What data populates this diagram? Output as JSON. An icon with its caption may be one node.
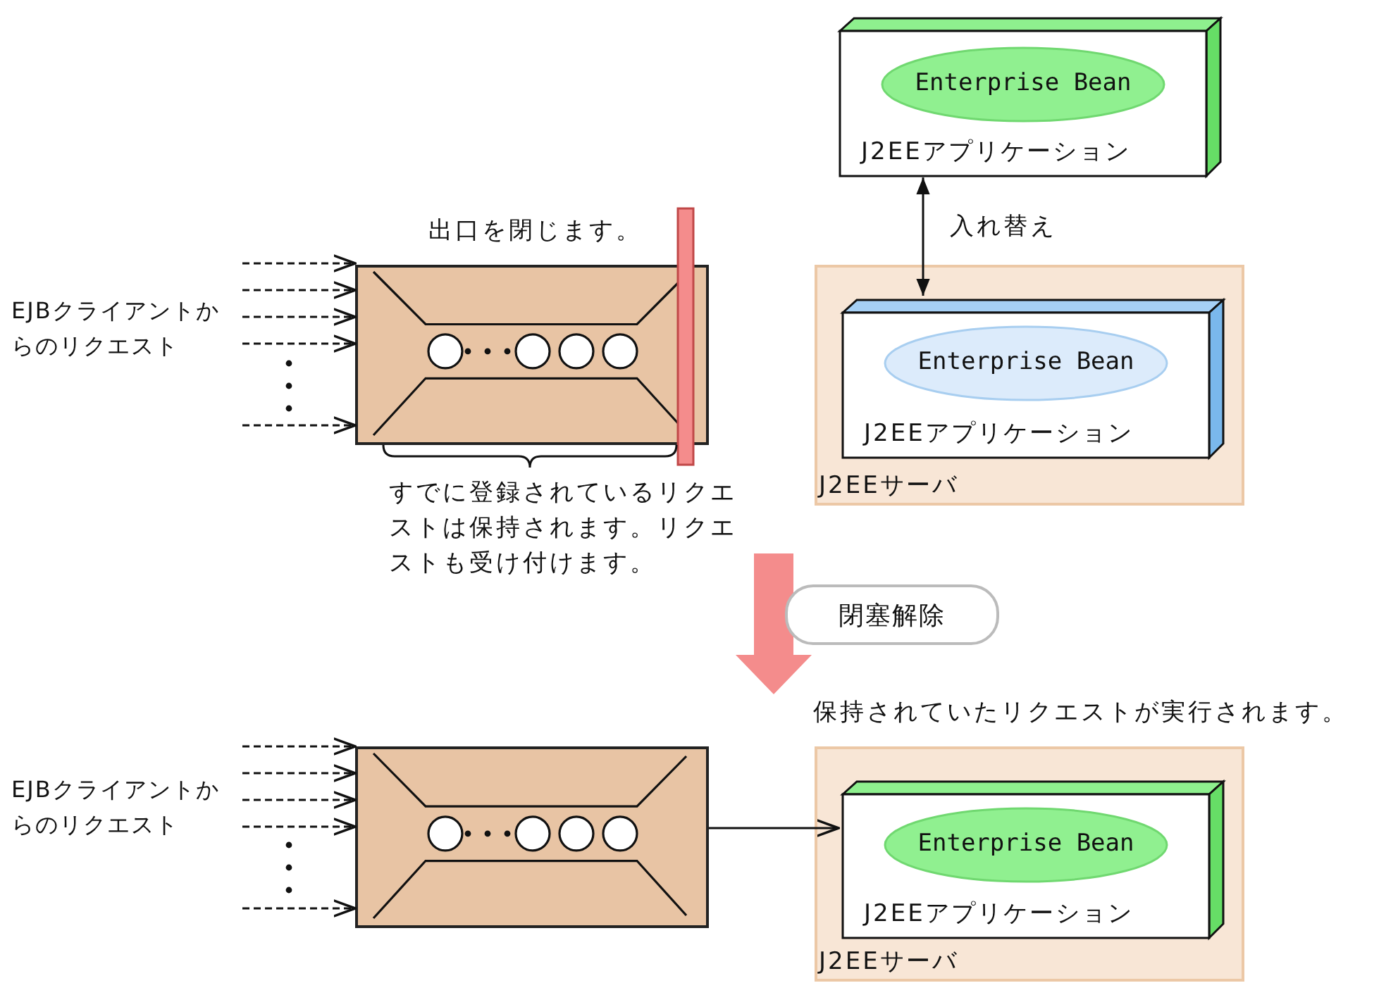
{
  "diagram": {
    "nodes": [
      {
        "text": [
          "J2EEアプリケーション"
        ]
      },
      {
        "text": [
          "Enterprise Bean"
        ],
        "in": 0
      },
      {
        "text": [
          "EJBクライアントからのリクエスト"
        ]
      },
      {
        "text": [],
        "shape": "box"
      },
      {
        "text": [
          "J2EEサーバ"
        ]
      },
      {
        "text": [
          "J2EEアプリケーション"
        ],
        "in": 4
      },
      {
        "text": [
          "Enterprise Bean"
        ],
        "in": 5
      },
      {
        "text": [
          "閉塞解除"
        ]
      },
      {
        "text": [
          "EJBクライアントからのリクエスト"
        ]
      },
      {
        "text": [],
        "shape": "box"
      },
      {
        "text": [
          "J2EEサーバ"
        ]
      },
      {
        "text": [
          "J2EEアプリケーション"
        ],
        "in": 10
      },
      {
        "text": [
          "Enterprise Bean"
        ],
        "in": 11
      }
    ],
    "edges": [
      {
        "from": 0,
        "to": 5,
        "arrow": "both",
        "label": "入れ替え"
      },
      {
        "from": 2,
        "to": 3,
        "arrow": "to",
        "style": "dashed"
      },
      {
        "from": 2,
        "to": 3,
        "arrow": "to",
        "style": "dashed"
      },
      {
        "from": 2,
        "to": 3,
        "arrow": "to",
        "style": "dashed"
      },
      {
        "from": 2,
        "to": 3,
        "arrow": "to",
        "style": "dashed"
      },
      {
        "from": 2,
        "to": 3,
        "arrow": "to",
        "style": "dashed"
      },
      {
        "from": 8,
        "to": 9,
        "arrow": "to",
        "style": "dashed"
      },
      {
        "from": 8,
        "to": 9,
        "arrow": "to",
        "style": "dashed"
      },
      {
        "from": 8,
        "to": 9,
        "arrow": "to",
        "style": "dashed"
      },
      {
        "from": 8,
        "to": 9,
        "arrow": "to",
        "style": "dashed"
      },
      {
        "from": 8,
        "to": 9,
        "arrow": "to",
        "style": "dashed"
      },
      {
        "from": 9,
        "to": 11,
        "arrow": "to"
      }
    ],
    "labels": [
      "出口を閉じます。",
      "すでに登録されているリクエストは保持されます。リクエストも受け付けます。",
      "保持されていたリクエストが実行されます。"
    ]
  }
}
